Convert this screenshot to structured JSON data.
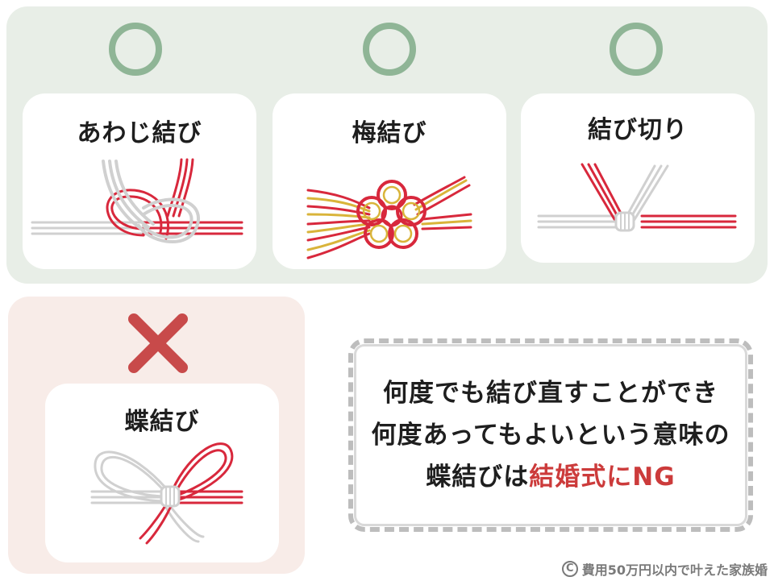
{
  "good_knots": [
    {
      "label": "あわじ結び",
      "mark": "circle-mark-icon"
    },
    {
      "label": "梅結び",
      "mark": "circle-mark-icon"
    },
    {
      "label": "結び切り",
      "mark": "circle-mark-icon"
    }
  ],
  "bad_knot": {
    "label": "蝶結び",
    "mark": "cross-mark-icon"
  },
  "message": {
    "line1": "何度でも結び直すことができ",
    "line2": "何度あってもよいという意味の",
    "line3_prefix": "蝶結びは",
    "line3_accent": "結婚式にNG"
  },
  "credit": {
    "symbol": "C",
    "text": "費用50万円以内で叶えた家族婚"
  },
  "colors": {
    "ok_panel": "#e8eee7",
    "ng_panel": "#f8ece8",
    "circle_mark": "#8fb596",
    "cross_mark": "#c84a4a",
    "cord_red": "#d8283c",
    "cord_gold": "#d9b43a",
    "cord_white": "#d8d8d8",
    "accent_text": "#cc3b3b"
  }
}
